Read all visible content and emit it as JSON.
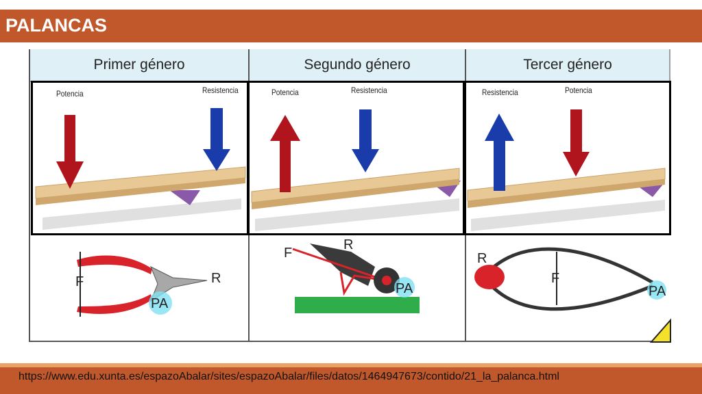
{
  "slide": {
    "title": "PALANCAS"
  },
  "table": {
    "headers": [
      "Primer género",
      "Segundo género",
      "Tercer género"
    ],
    "levers": [
      {
        "left_label": "Potencia",
        "right_label": "Resistencia"
      },
      {
        "left_label": "Potencia",
        "right_label": "Resistencia"
      },
      {
        "left_label": "Resistencia",
        "right_label": "Potencia"
      }
    ],
    "tools": [
      {
        "force": "F",
        "resistance": "R",
        "fulcrum": "PA"
      },
      {
        "force": "F",
        "resistance": "R",
        "fulcrum": "PA"
      },
      {
        "force": "F",
        "resistance": "R",
        "fulcrum": "PA"
      }
    ]
  },
  "footer": {
    "source_url": "https://www.edu.xunta.es/espazoAbalar/sites/espazoAbalar/files/datos/1464947673/contido/21_la_palanca.html"
  },
  "colors": {
    "bar": "#c0582c",
    "bar_accent": "#e9a264",
    "header_fill": "#dff1f6",
    "red_arrow": "#b0141c",
    "blue_arrow": "#1a3caa",
    "fulcrum": "#8a5aa8"
  }
}
